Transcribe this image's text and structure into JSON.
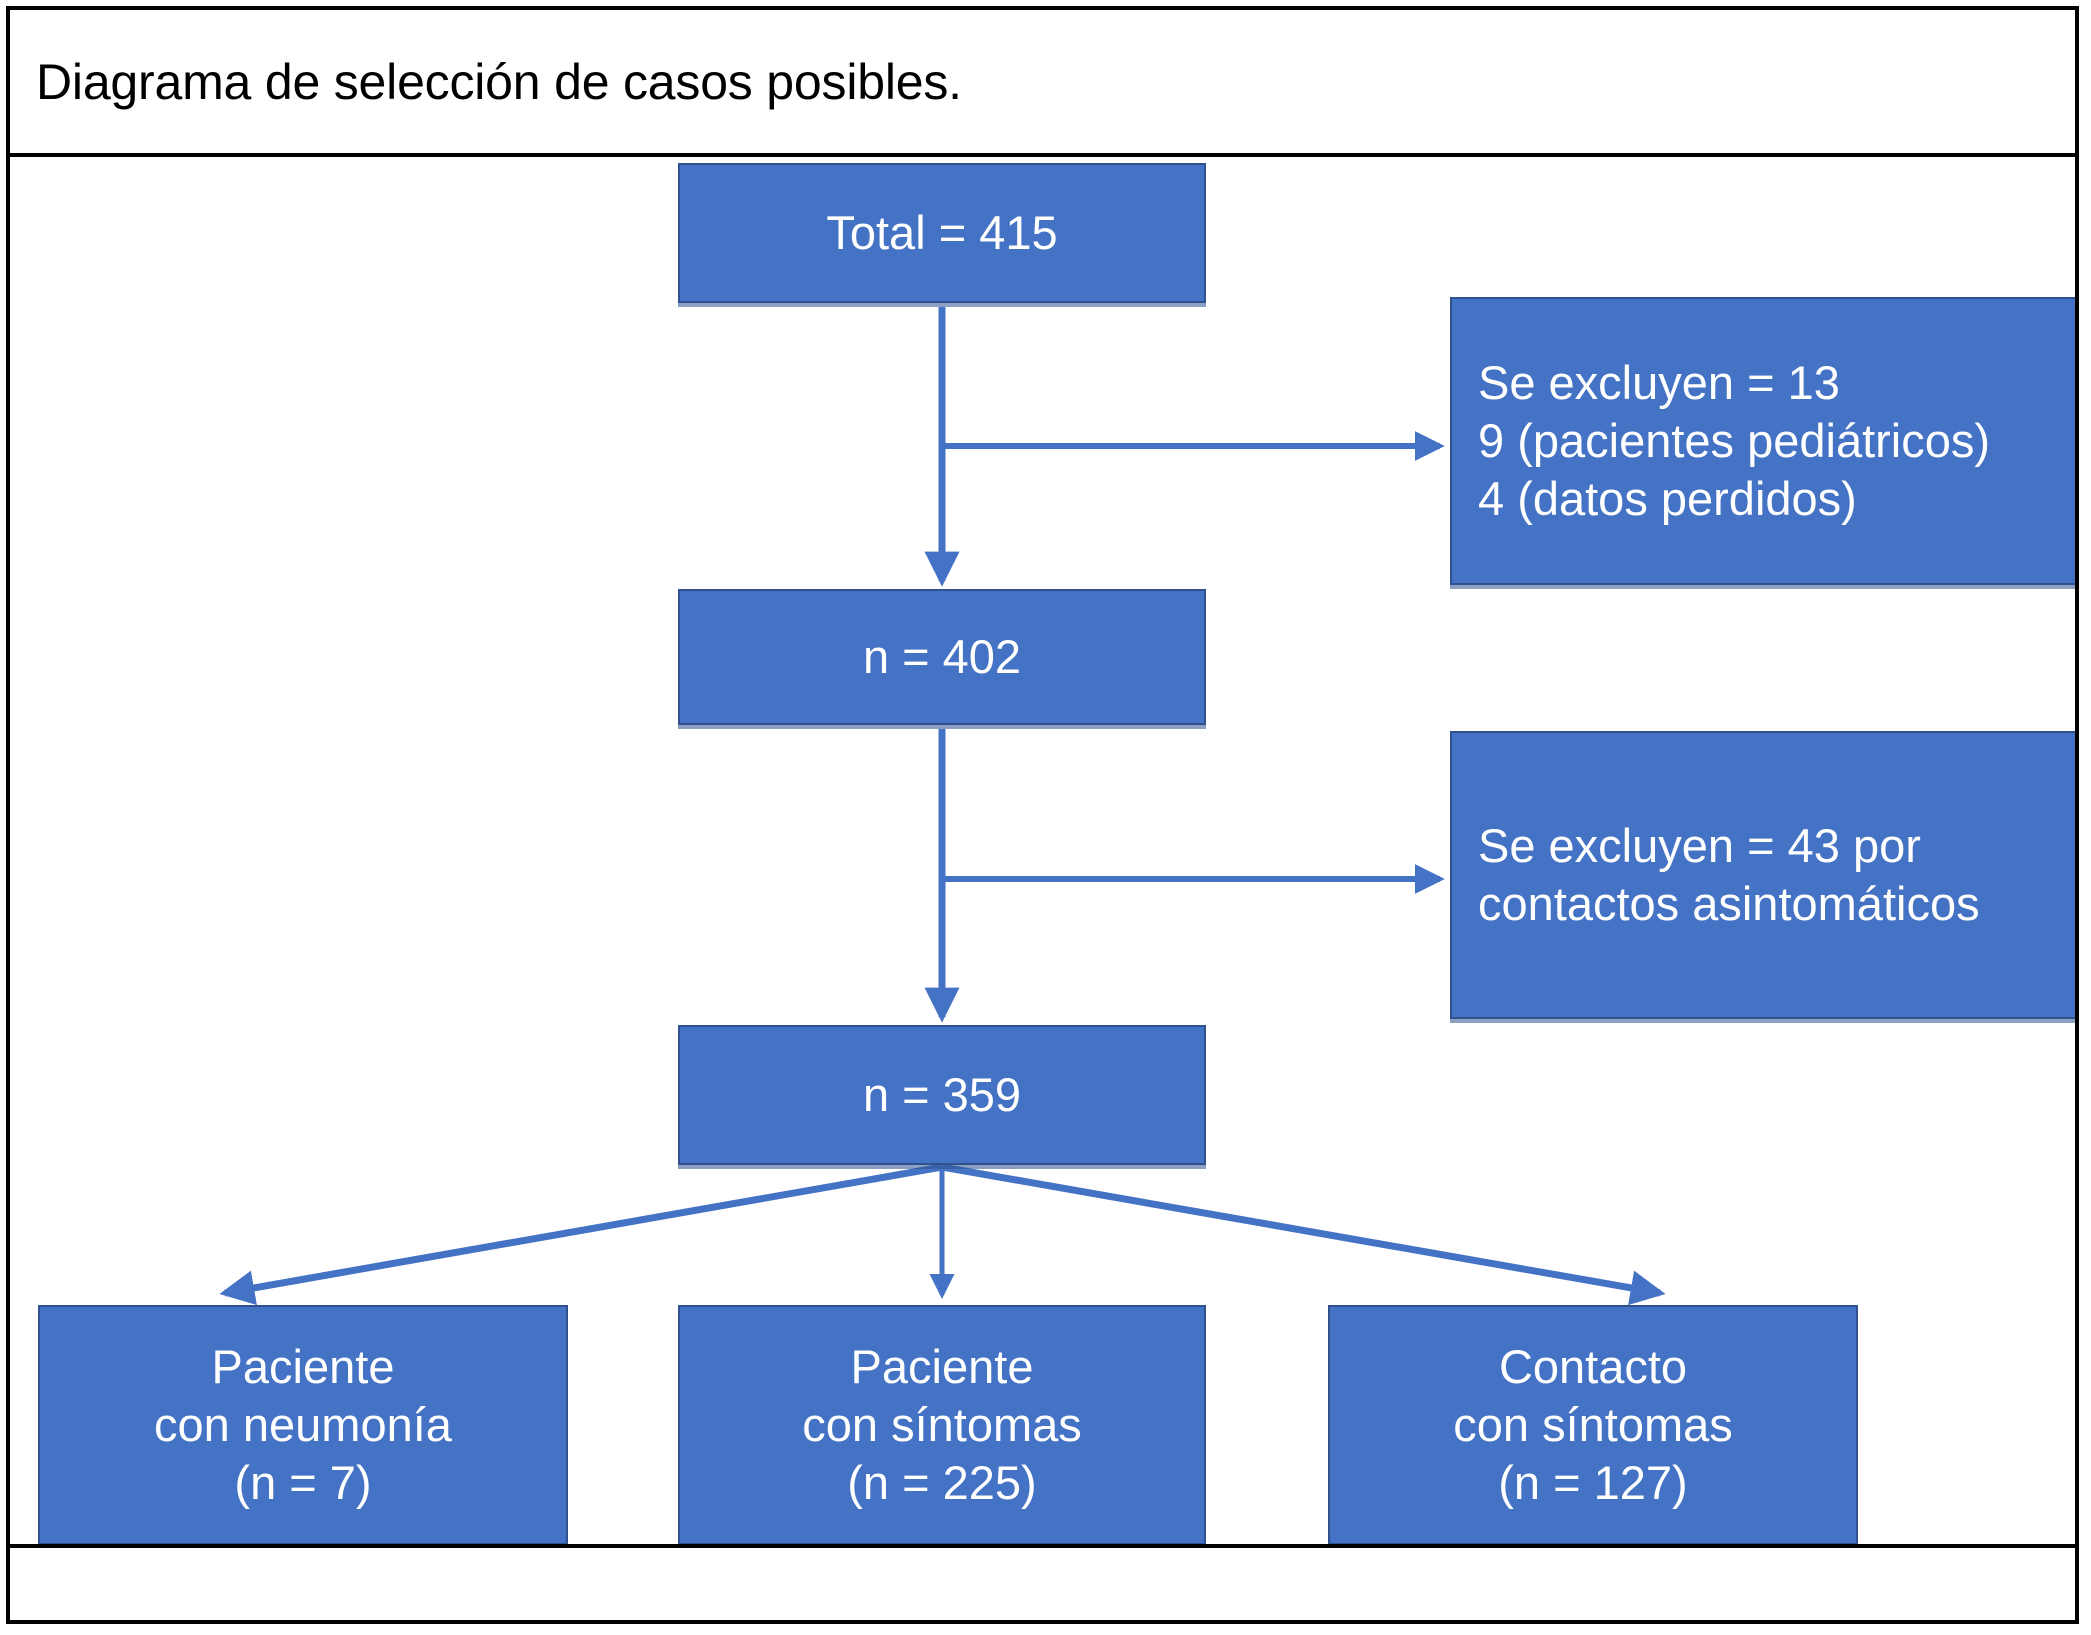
{
  "figure": {
    "caption": "Diagrama de selección de casos posibles.",
    "accent_color": "#4472C4",
    "border_color": "#2F528F",
    "frame_color": "#000000",
    "text_color": "#FFFFFF"
  },
  "chart_data": {
    "type": "diagram",
    "title": "Diagrama de selección de casos posibles.",
    "nodes": [
      {
        "id": "total",
        "label": "Total = 415",
        "value": 415
      },
      {
        "id": "n402",
        "label": "n = 402",
        "value": 402
      },
      {
        "id": "n359",
        "label": "n = 359",
        "value": 359
      },
      {
        "id": "excl1",
        "label": "Se excluyen = 13",
        "value": 13
      },
      {
        "id": "excl2",
        "label": "Se excluyen = 43 por contactos asintomáticos",
        "value": 43
      },
      {
        "id": "pneumonia",
        "label": "Paciente con neumonía (n = 7)",
        "value": 7
      },
      {
        "id": "sympt_pat",
        "label": "Paciente con síntomas (n = 225)",
        "value": 225
      },
      {
        "id": "sympt_cont",
        "label": "Contacto con síntomas (n = 127)",
        "value": 127
      }
    ],
    "edges": [
      {
        "from": "total",
        "to": "n402",
        "kind": "vertical-arrow"
      },
      {
        "from": "total",
        "to": "excl1",
        "kind": "horizontal-arrow"
      },
      {
        "from": "n402",
        "to": "n359",
        "kind": "vertical-arrow"
      },
      {
        "from": "n402",
        "to": "excl2",
        "kind": "horizontal-arrow"
      },
      {
        "from": "n359",
        "to": "pneumonia",
        "kind": "diagonal-arrow"
      },
      {
        "from": "n359",
        "to": "sympt_pat",
        "kind": "vertical-arrow"
      },
      {
        "from": "n359",
        "to": "sympt_cont",
        "kind": "diagonal-arrow"
      }
    ]
  },
  "nodes": {
    "total": {
      "line1": "Total = 415"
    },
    "n402": {
      "line1": "n = 402"
    },
    "n359": {
      "line1": "n = 359"
    },
    "exclusion_1": {
      "line1": "Se excluyen = 13",
      "line2": "9 (pacientes pediátricos)",
      "line3": "4 (datos perdidos)"
    },
    "exclusion_2": {
      "line1": "Se excluyen = 43 por",
      "line2": "contactos asintomáticos"
    },
    "pneumonia": {
      "line1": "Paciente",
      "line2": "con neumonía",
      "line3": "(n = 7)"
    },
    "symptomatic_patient": {
      "line1": "Paciente",
      "line2": "con síntomas",
      "line3": "(n = 225)"
    },
    "symptomatic_contact": {
      "line1": "Contacto",
      "line2": "con síntomas",
      "line3": "(n = 127)"
    }
  }
}
